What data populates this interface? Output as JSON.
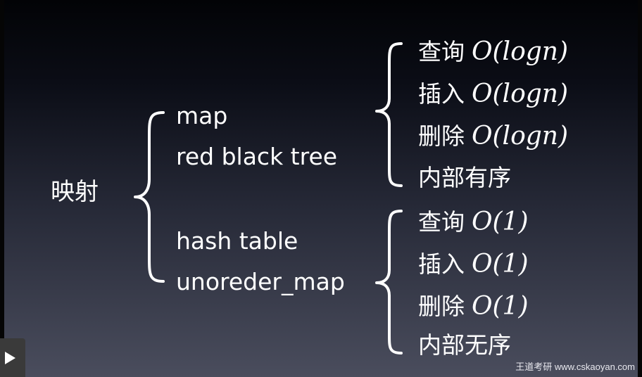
{
  "root": {
    "label": "映射"
  },
  "groups": [
    {
      "impl": [
        "map",
        "red black tree"
      ],
      "properties": [
        {
          "op": "查询",
          "complexity": "O(logn)"
        },
        {
          "op": "插入",
          "complexity": "O(logn)"
        },
        {
          "op": "删除",
          "complexity": "O(logn)"
        },
        {
          "op": "内部有序",
          "complexity": ""
        }
      ]
    },
    {
      "impl": [
        "hash table",
        "unoreder_map"
      ],
      "properties": [
        {
          "op": "查询",
          "complexity": "O(1)"
        },
        {
          "op": "插入",
          "complexity": "O(1)"
        },
        {
          "op": "删除",
          "complexity": "O(1)"
        },
        {
          "op": "内部无序",
          "complexity": ""
        }
      ]
    }
  ],
  "watermark": {
    "text": "王道考研 www.cskaoyan.com"
  },
  "player": {
    "play_icon": "play-icon"
  },
  "colors": {
    "text": "#ffffff"
  }
}
